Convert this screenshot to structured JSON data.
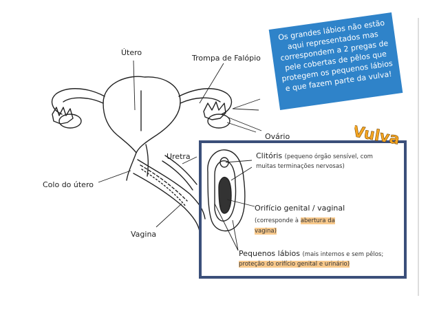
{
  "diagram": {
    "labels": {
      "uterus": "Útero",
      "fallopian_tube": "Trompa de Falópio",
      "ovary": "Ovário",
      "urethra": "Uretra",
      "cervix": "Colo do útero",
      "vagina": "Vagina"
    },
    "callout": {
      "lines": [
        "Os grandes lábios não estão",
        "aqui representados mas",
        "correspondem a 2 pregas de",
        "pele cobertas de pêlos que",
        "protegem os pequenos lábios",
        "e que fazem parte da vulva!"
      ],
      "color": "#2f83c9"
    },
    "vulva_box": {
      "title": "Vulva",
      "title_color": "#f5a623",
      "border_color": "#3b4f7a",
      "clitoris": {
        "name": "Clitóris",
        "desc_1": "(pequeno órgão sensível, com",
        "desc_2": "muitas terminações nervosas)"
      },
      "opening": {
        "name": "Orifício genital / vaginal",
        "desc_1": "(corresponde à",
        "desc_1_hl": "abertura da",
        "desc_2_hl": "vagina)"
      },
      "labia_minora": {
        "name": "Pequenos lábios",
        "desc_1": "(mais internos e sem pêlos;",
        "desc_2_hl": "proteção do orifício genital e urinário)"
      }
    }
  }
}
